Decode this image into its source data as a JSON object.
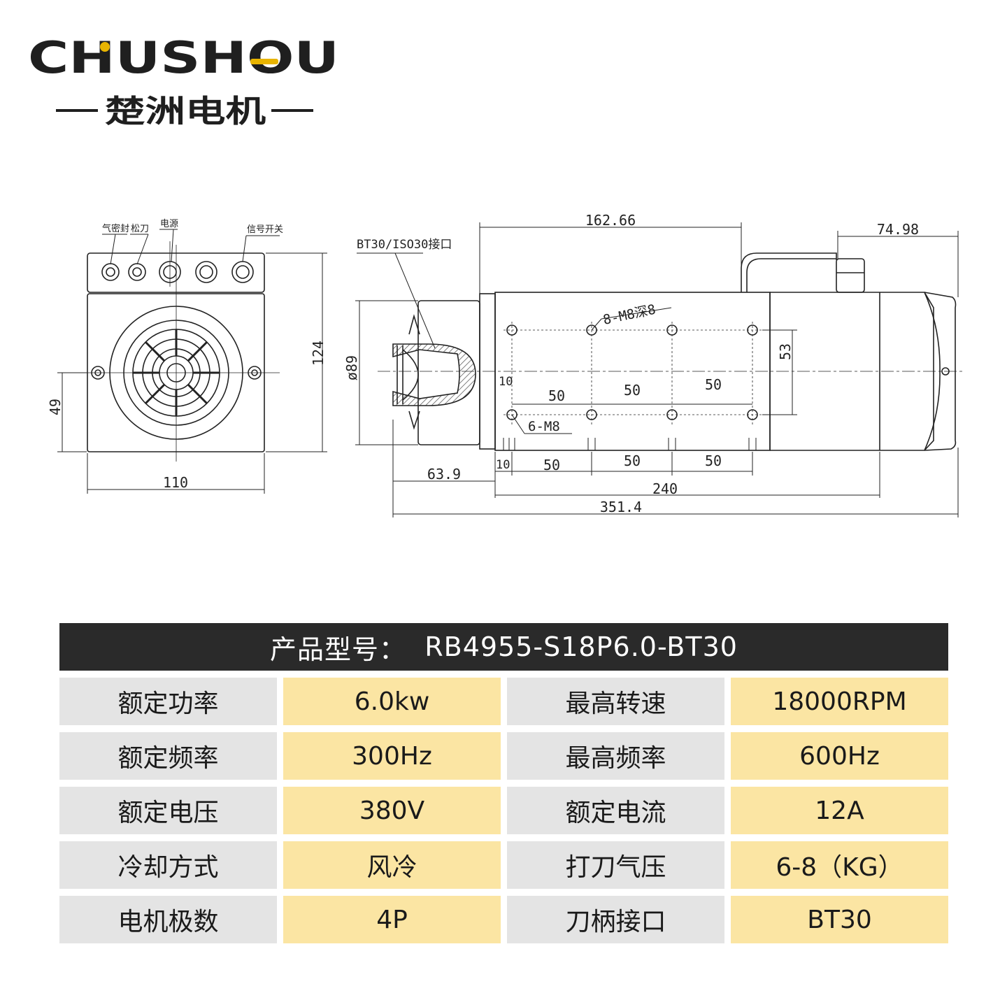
{
  "brand": {
    "logo_text": "CHUSHOU",
    "name_cn": "楚洲电机",
    "accent_color": "#e8b400"
  },
  "drawing": {
    "callouts": {
      "air_seal": "气密封",
      "tool_release": "松刀",
      "power": "电源",
      "signal_switch": "信号开关",
      "interface": "BT30/ISO30接口",
      "holes_top": "8-M8深8",
      "holes_bottom": "6-M8"
    },
    "dims": {
      "front_height": "124",
      "front_center": "49",
      "front_width": "110",
      "diameter": "ø89",
      "top_span": "162.66",
      "top_right": "74.98",
      "hole_spacing_v": "53",
      "offset_10_a": "10",
      "offset_10_b": "10",
      "pitch_a1": "50",
      "pitch_a2": "50",
      "pitch_a3": "50",
      "pitch_b1": "50",
      "pitch_b2": "50",
      "pitch_b3": "50",
      "nose": "63.9",
      "body": "240",
      "total": "351.4"
    }
  },
  "spec": {
    "model_label": "产品型号：",
    "model_value": "RB4955-S18P6.0-BT30",
    "rows": [
      {
        "label1": "额定功率",
        "value1": "6.0kw",
        "label2": "最高转速",
        "value2": "18000RPM"
      },
      {
        "label1": "额定频率",
        "value1": "300Hz",
        "label2": "最高频率",
        "value2": "600Hz"
      },
      {
        "label1": "额定电压",
        "value1": "380V",
        "label2": "额定电流",
        "value2": "12A"
      },
      {
        "label1": "冷却方式",
        "value1": "风冷",
        "label2": "打刀气压",
        "value2": "6-8（KG）"
      },
      {
        "label1": "电机极数",
        "value1": "4P",
        "label2": "刀柄接口",
        "value2": "BT30"
      }
    ]
  }
}
